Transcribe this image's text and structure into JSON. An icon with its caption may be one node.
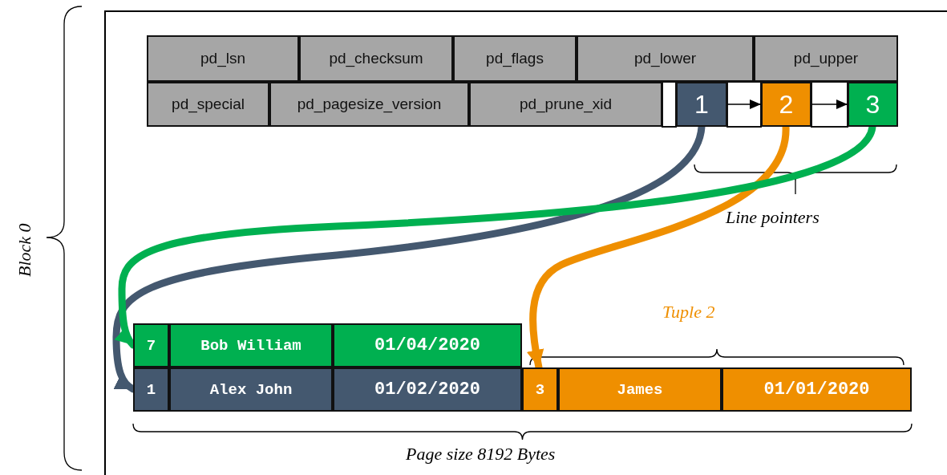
{
  "diagram": {
    "nodes": [
      {
        "text": [
          "pd_lsn"
        ]
      },
      {
        "text": [
          "pd_checksum"
        ]
      },
      {
        "text": [
          "pd_flags"
        ]
      },
      {
        "text": [
          "pd_lower"
        ]
      },
      {
        "text": [
          "pd_upper"
        ]
      },
      {
        "text": [
          "pd_special"
        ]
      },
      {
        "text": [
          "pd_pagesize_version"
        ]
      },
      {
        "text": [
          "pd_prune_xid"
        ]
      },
      {
        "text": [
          "1"
        ]
      },
      {
        "text": [
          "2"
        ]
      },
      {
        "text": [
          "3"
        ]
      },
      {
        "text": [
          "7",
          "Bob William",
          "01/04/2020"
        ]
      },
      {
        "text": [
          "1",
          "Alex John",
          "01/02/2020"
        ]
      },
      {
        "text": [
          "3",
          "James",
          "01/01/2020"
        ]
      }
    ],
    "edges": [
      {
        "from": 8,
        "to": 9,
        "arrow": "to"
      },
      {
        "from": 9,
        "to": 10,
        "arrow": "to"
      },
      {
        "from": 8,
        "to": 12,
        "arrow": "to",
        "color": "#44586f"
      },
      {
        "from": 9,
        "to": 13,
        "arrow": "to",
        "color": "#ef8f00"
      },
      {
        "from": 10,
        "to": 11,
        "arrow": "to",
        "color": "#00b050"
      }
    ],
    "labels": [
      "Block 0",
      "Line pointers",
      "Tuple 2",
      "Page size 8192 Bytes"
    ]
  }
}
